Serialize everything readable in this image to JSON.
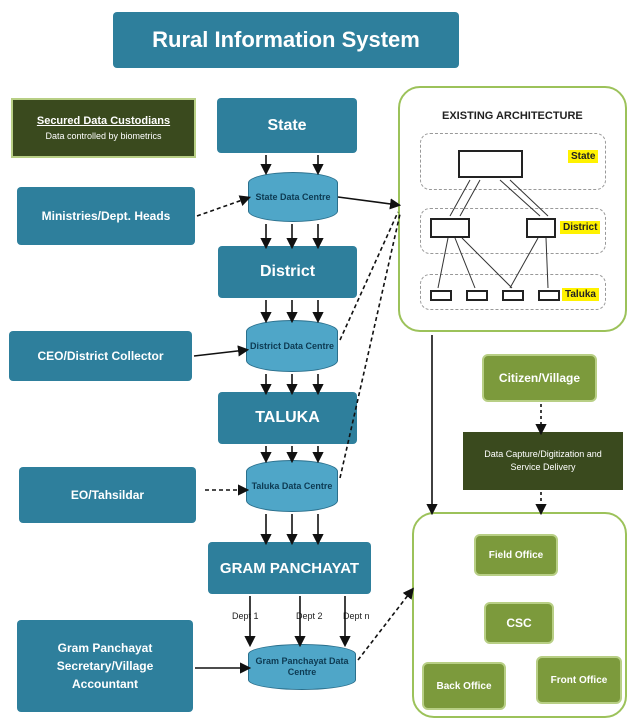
{
  "title": "Rural Information System",
  "custodians": {
    "title": "Secured Data Custodians",
    "subtitle": "Data controlled by biometrics"
  },
  "hierarchy": {
    "state": "State",
    "state_dc": "State Data Centre",
    "district": "District",
    "district_dc": "District Data Centre",
    "taluka": "TALUKA",
    "taluka_dc": "Taluka Data Centre",
    "gram": "GRAM PANCHAYAT",
    "gram_dc": "Gram Panchayat Data Centre"
  },
  "actors": {
    "ministries": "Ministries/Dept. Heads",
    "ceo": "CEO/District Collector",
    "eo": "EO/Tahsildar",
    "secretary": "Gram Panchayat Secretary/Village Accountant"
  },
  "dept_labels": [
    "Dept 1",
    "Dept 2",
    "Dept n"
  ],
  "existing": {
    "title": "EXISTING ARCHITECTURE",
    "levels": [
      "State",
      "District",
      "Taluka"
    ]
  },
  "citizen": "Citizen/Village",
  "data_capture": "Data Capture/Digitization and Service Delivery",
  "offices": {
    "field": "Field Office",
    "csc": "CSC",
    "back": "Back Office",
    "front": "Front Office"
  },
  "colors": {
    "teal": "#2e7f9c",
    "olive": "#7c9a3c",
    "dark_olive": "#3a4a1e",
    "highlight": "#fff200"
  }
}
